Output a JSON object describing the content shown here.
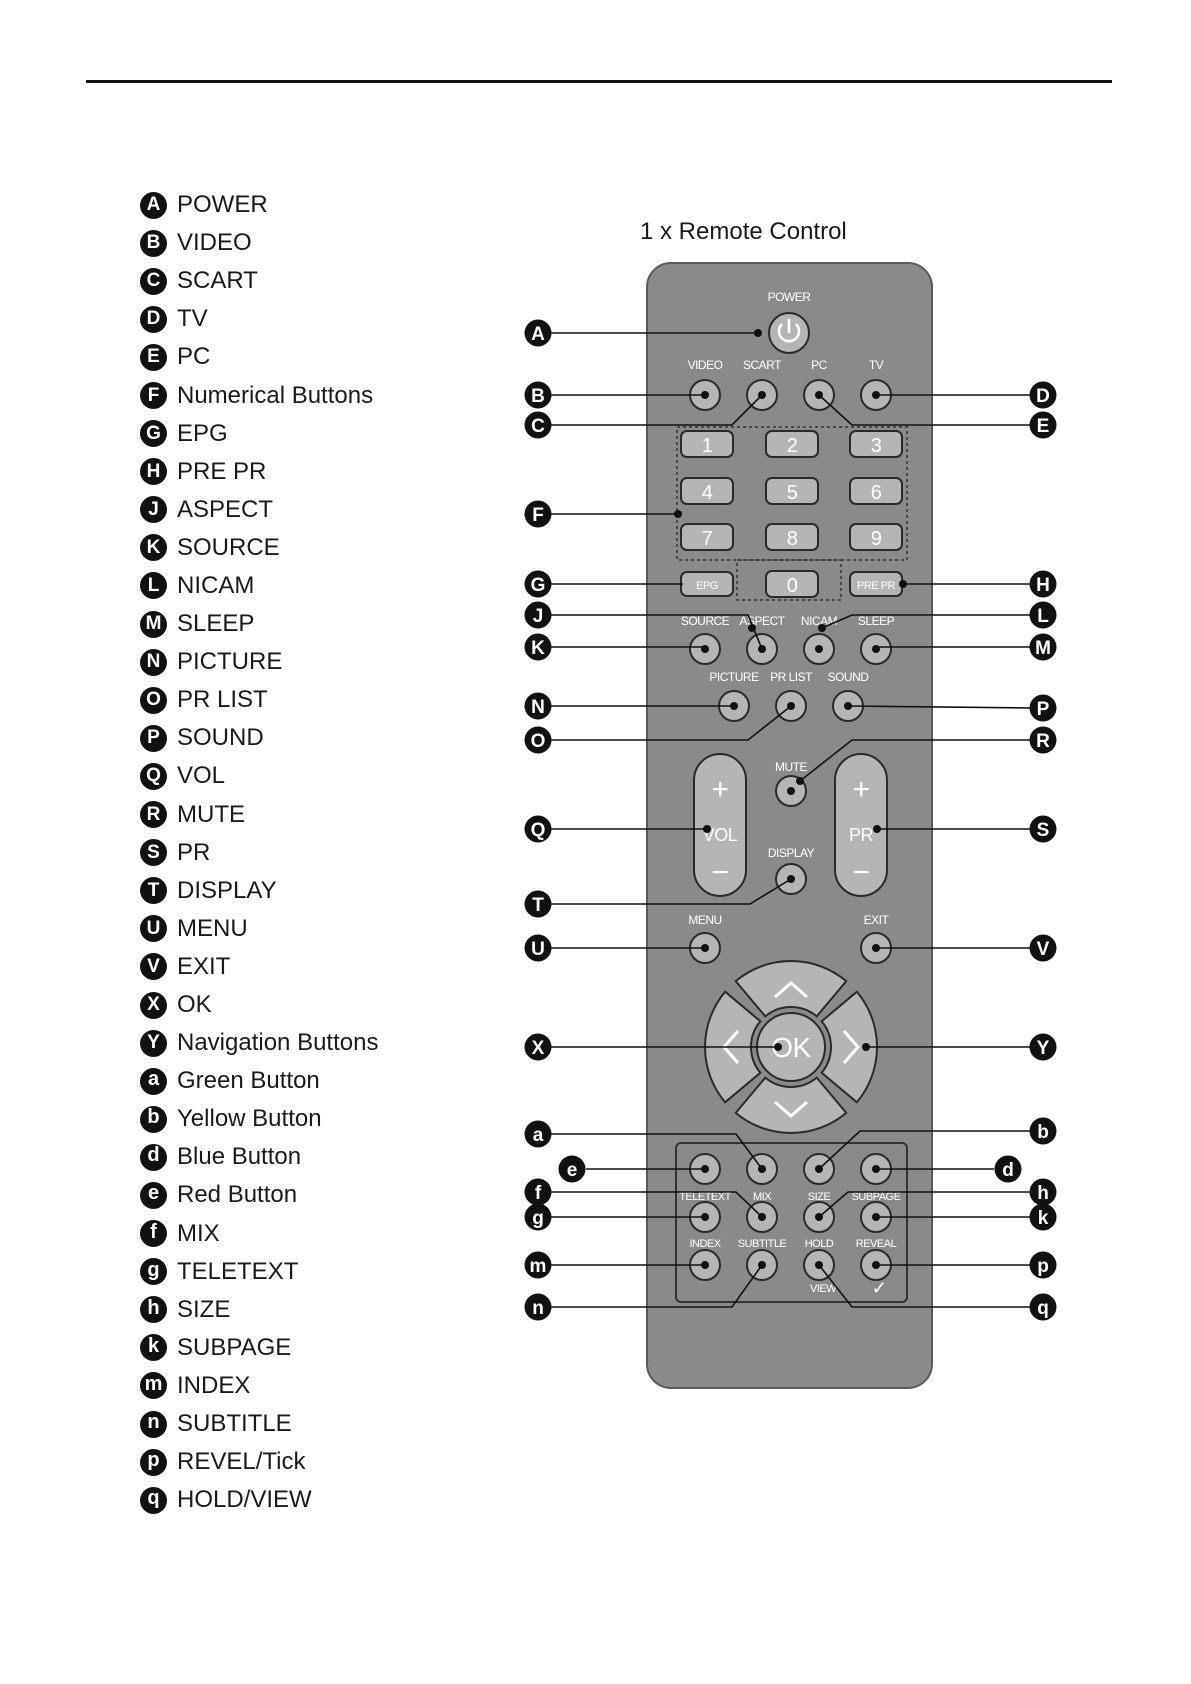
{
  "title": "1 x Remote Control",
  "legend": [
    {
      "key": "A",
      "label": "POWER"
    },
    {
      "key": "B",
      "label": "VIDEO"
    },
    {
      "key": "C",
      "label": "SCART"
    },
    {
      "key": "D",
      "label": "TV"
    },
    {
      "key": "E",
      "label": "PC"
    },
    {
      "key": "F",
      "label": "Numerical Buttons"
    },
    {
      "key": "G",
      "label": "EPG"
    },
    {
      "key": "H",
      "label": "PRE PR"
    },
    {
      "key": "J",
      "label": "ASPECT"
    },
    {
      "key": "K",
      "label": "SOURCE"
    },
    {
      "key": "L",
      "label": "NICAM"
    },
    {
      "key": "M",
      "label": "SLEEP"
    },
    {
      "key": "N",
      "label": "PICTURE"
    },
    {
      "key": "O",
      "label": "PR LIST"
    },
    {
      "key": "P",
      "label": "SOUND"
    },
    {
      "key": "Q",
      "label": "VOL"
    },
    {
      "key": "R",
      "label": "MUTE"
    },
    {
      "key": "S",
      "label": "PR"
    },
    {
      "key": "T",
      "label": "DISPLAY"
    },
    {
      "key": "U",
      "label": "MENU"
    },
    {
      "key": "V",
      "label": "EXIT"
    },
    {
      "key": "X",
      "label": "OK"
    },
    {
      "key": "Y",
      "label": "Navigation Buttons"
    },
    {
      "key": "a",
      "label": "Green Button"
    },
    {
      "key": "b",
      "label": "Yellow Button"
    },
    {
      "key": "d",
      "label": "Blue Button"
    },
    {
      "key": "e",
      "label": "Red Button"
    },
    {
      "key": "f",
      "label": "MIX"
    },
    {
      "key": "g",
      "label": "TELETEXT"
    },
    {
      "key": "h",
      "label": "SIZE"
    },
    {
      "key": "k",
      "label": "SUBPAGE"
    },
    {
      "key": "m",
      "label": "INDEX"
    },
    {
      "key": "n",
      "label": "SUBTITLE"
    },
    {
      "key": "p",
      "label": "REVEL/Tick"
    },
    {
      "key": "q",
      "label": "HOLD/VIEW"
    }
  ],
  "remote": {
    "power_label": "POWER",
    "source_row": [
      "VIDEO",
      "SCART",
      "PC",
      "TV"
    ],
    "digits": [
      "1",
      "2",
      "3",
      "4",
      "5",
      "6",
      "7",
      "8",
      "9",
      "0"
    ],
    "epg": "EPG",
    "pre_pr": "PRE PR",
    "row_labels_1": [
      "SOURCE",
      "ASPECT",
      "NICAM",
      "SLEEP"
    ],
    "row_labels_2": [
      "PICTURE",
      "PR LIST",
      "SOUND"
    ],
    "mute": "MUTE",
    "vol": "VOL",
    "pr": "PR",
    "plus": "+",
    "minus": "−",
    "display": "DISPLAY",
    "menu": "MENU",
    "exit": "EXIT",
    "ok": "OK",
    "teletext_labels_1": [
      "TELETEXT",
      "MIX",
      "SIZE",
      "SUBPAGE"
    ],
    "teletext_labels_2": [
      "INDEX",
      "SUBTITLE",
      "HOLD",
      "REVEAL"
    ],
    "view": "VIEW",
    "tick": "✓"
  },
  "callouts_left": [
    "A",
    "B",
    "C",
    "F",
    "G",
    "J",
    "K",
    "N",
    "O",
    "Q",
    "T",
    "U",
    "X",
    "a",
    "e",
    "f",
    "g",
    "m",
    "n"
  ],
  "callouts_right": [
    "D",
    "E",
    "H",
    "L",
    "M",
    "P",
    "R",
    "S",
    "V",
    "Y",
    "b",
    "d",
    "h",
    "k",
    "p",
    "q"
  ]
}
